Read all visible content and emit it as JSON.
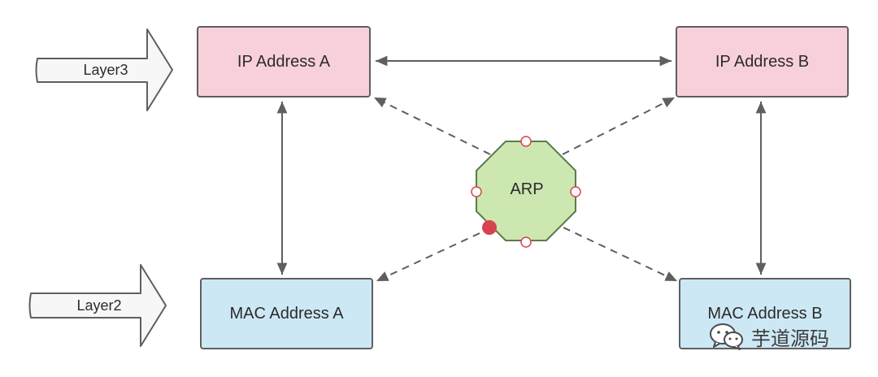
{
  "layers": {
    "layer3": "Layer3",
    "layer2": "Layer2"
  },
  "nodes": {
    "ip_a": "IP Address A",
    "ip_b": "IP Address B",
    "mac_a": "MAC Address A",
    "mac_b": "MAC Address B",
    "arp": "ARP"
  },
  "watermark": {
    "text": "芋道源码",
    "icon": "wechat-icon"
  },
  "colors": {
    "ip_fill": "#f8d0d9",
    "mac_fill": "#cde8f5",
    "arp_fill": "#cde7b0",
    "arp_border": "#5b7a4b",
    "line": "#5f5f5f",
    "handle_fill": "#d9434f"
  }
}
